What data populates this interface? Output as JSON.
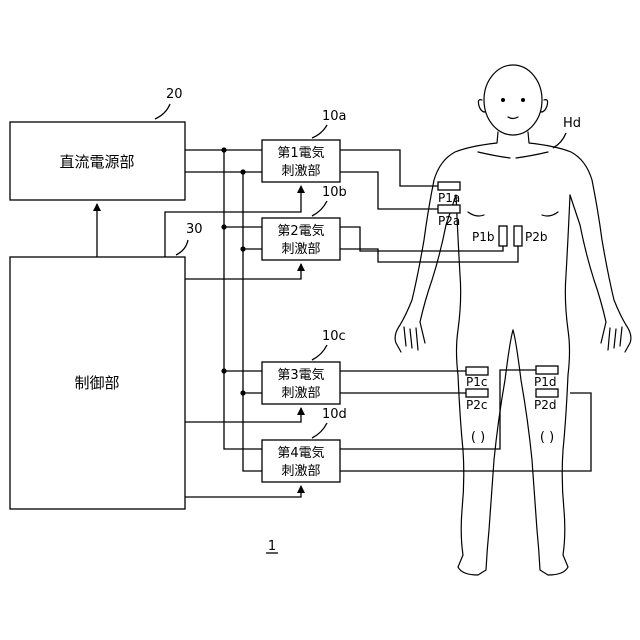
{
  "figure_label": "1",
  "blocks": {
    "dc_power": {
      "label": "直流電源部",
      "ref": "20"
    },
    "control": {
      "label": "制御部",
      "ref": "30"
    },
    "stim_1": {
      "line1": "第1電気",
      "line2": "刺激部",
      "ref": "10a"
    },
    "stim_2": {
      "line1": "第2電気",
      "line2": "刺激部",
      "ref": "10b"
    },
    "stim_3": {
      "line1": "第3電気",
      "line2": "刺激部",
      "ref": "10c"
    },
    "stim_4": {
      "line1": "第4電気",
      "line2": "刺激部",
      "ref": "10d"
    }
  },
  "human_ref": "Hd",
  "electrodes": {
    "p1a": "P1a",
    "p2a": "P2a",
    "p1b": "P1b",
    "p2b": "P2b",
    "p1c": "P1c",
    "p2c": "P2c",
    "p1d": "P1d",
    "p2d": "P2d"
  },
  "knee_marks": [
    "( )",
    "( )"
  ],
  "colors": {
    "line": "#000000",
    "background": "#ffffff"
  }
}
